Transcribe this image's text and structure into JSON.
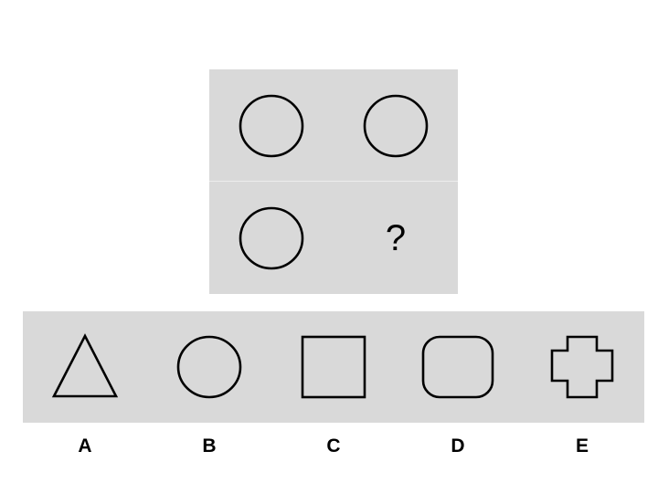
{
  "matrix": {
    "cells": [
      {
        "shape": "circle-icon"
      },
      {
        "shape": "circle-icon"
      },
      {
        "shape": "circle-icon"
      },
      {
        "text": "?"
      }
    ]
  },
  "options": [
    {
      "label": "A",
      "shape": "triangle-icon"
    },
    {
      "label": "B",
      "shape": "circle-icon"
    },
    {
      "label": "C",
      "shape": "square-icon"
    },
    {
      "label": "D",
      "shape": "rounded-square-icon"
    },
    {
      "label": "E",
      "shape": "cross-icon"
    }
  ],
  "colors": {
    "panel": "#d9d9d9",
    "stroke": "#000000",
    "background": "#ffffff"
  }
}
